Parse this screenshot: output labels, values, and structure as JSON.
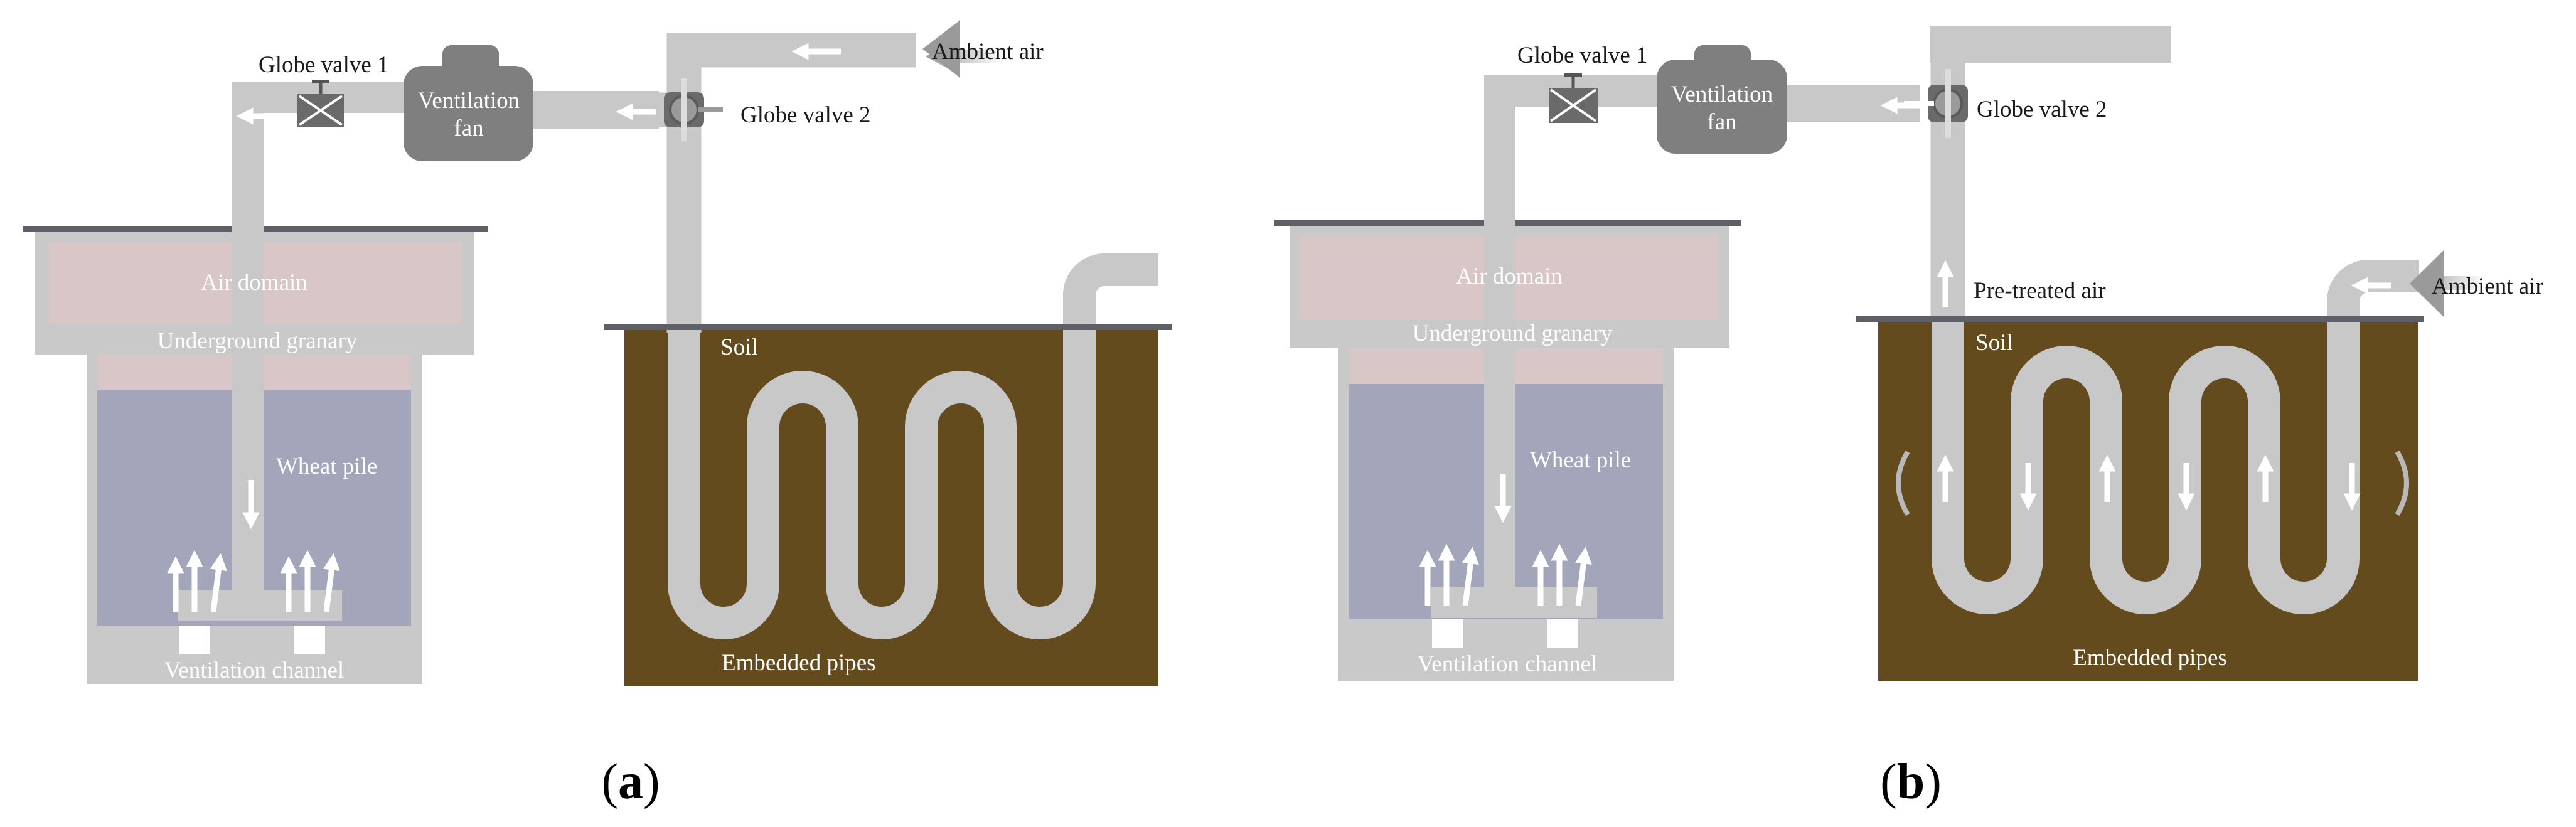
{
  "colors": {
    "pipe": "#c8c8c8",
    "soil": "#644b1e",
    "wheat": "#a3a6bb",
    "air_domain": "#d9c7c7",
    "granary": "#c9c9c9",
    "lid": "#5e6068",
    "fan": "#7f7f7f",
    "arrow": "#ffffff"
  },
  "panel_a": {
    "caption_letter": "a",
    "globe_valve_1": "Globe valve 1",
    "globe_valve_2": "Globe valve 2",
    "fan_line1": "Ventilation",
    "fan_line2": "fan",
    "ambient_air": "Ambient air",
    "air_domain": "Air domain",
    "underground_granary": "Underground granary",
    "wheat_pile": "Wheat pile",
    "ventilation_channel": "Ventilation channel",
    "soil": "Soil",
    "embedded_pipes": "Embedded pipes"
  },
  "panel_b": {
    "caption_letter": "b",
    "globe_valve_1": "Globe valve 1",
    "globe_valve_2": "Globe valve 2",
    "fan_line1": "Ventilation",
    "fan_line2": "fan",
    "ambient_air": "Ambient air",
    "pre_treated_air": "Pre-treated air",
    "air_domain": "Air domain",
    "underground_granary": "Underground granary",
    "wheat_pile": "Wheat pile",
    "ventilation_channel": "Ventilation channel",
    "soil": "Soil",
    "embedded_pipes": "Embedded pipes"
  }
}
